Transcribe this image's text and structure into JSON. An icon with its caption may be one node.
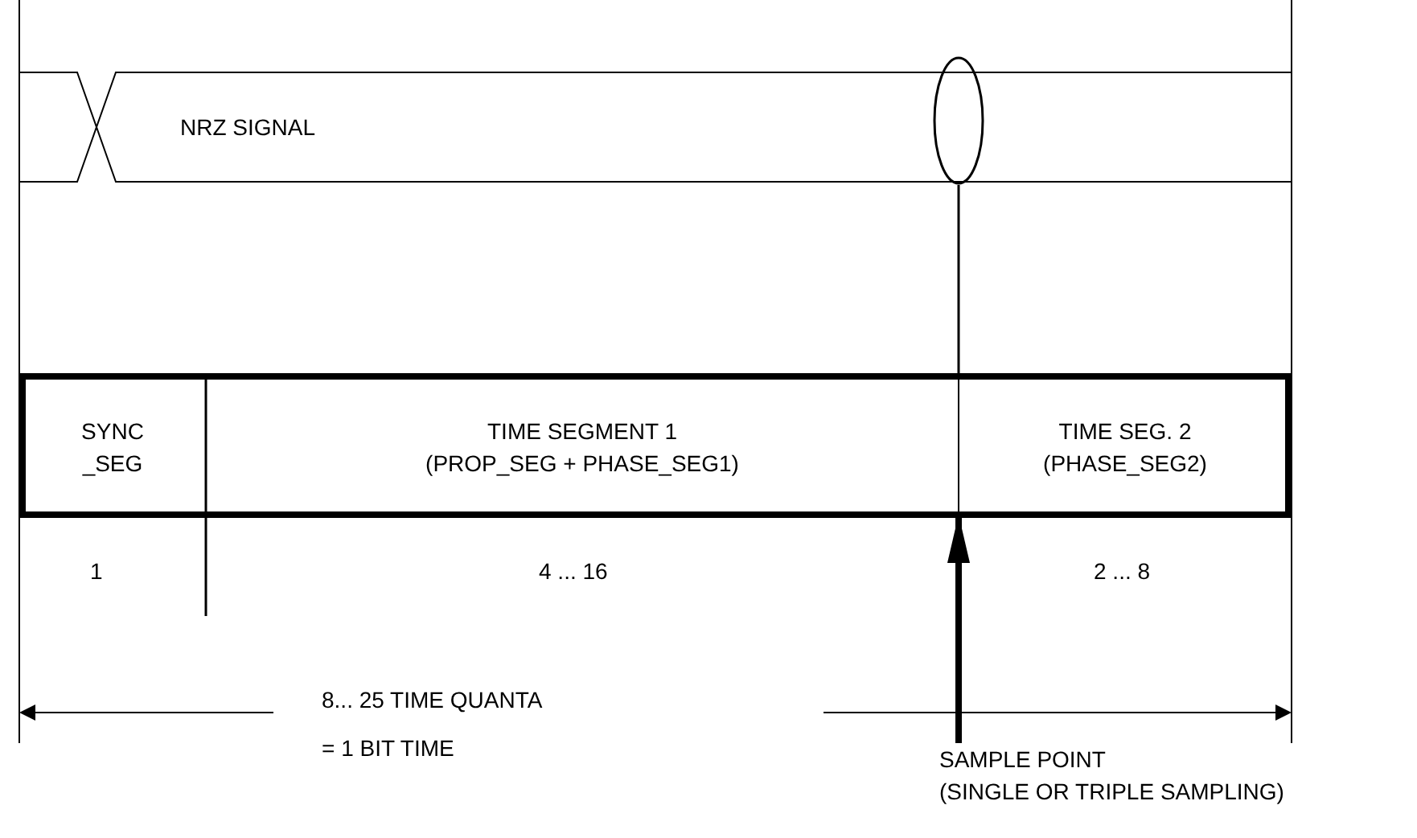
{
  "diagram": {
    "nodes": [
      {
        "text": [],
        "shape": "circle"
      },
      {
        "text": [
          "SYNC _SEG"
        ]
      },
      {
        "text": [
          "TIME SEGMENT 1",
          "(PROP_SEG + PHASE_SEG1)"
        ]
      },
      {
        "text": [
          "TIME SEG. 2",
          "(PHASE_SEG2)"
        ]
      },
      {
        "text": [
          "SAMPLE POINT",
          "(SINGLE OR TRIPLE SAMPLING)"
        ]
      }
    ],
    "edges": [
      {
        "from": 0,
        "to": null,
        "arrow": "none"
      },
      {
        "from": 4,
        "to": null,
        "arrow": "to",
        "style": "thick"
      }
    ],
    "labels": [
      "NRZ SIGNAL",
      "1",
      "4 ... 16",
      "2 ... 8",
      "8... 25 TIME QUANTA",
      "= 1 BIT TIME"
    ]
  }
}
